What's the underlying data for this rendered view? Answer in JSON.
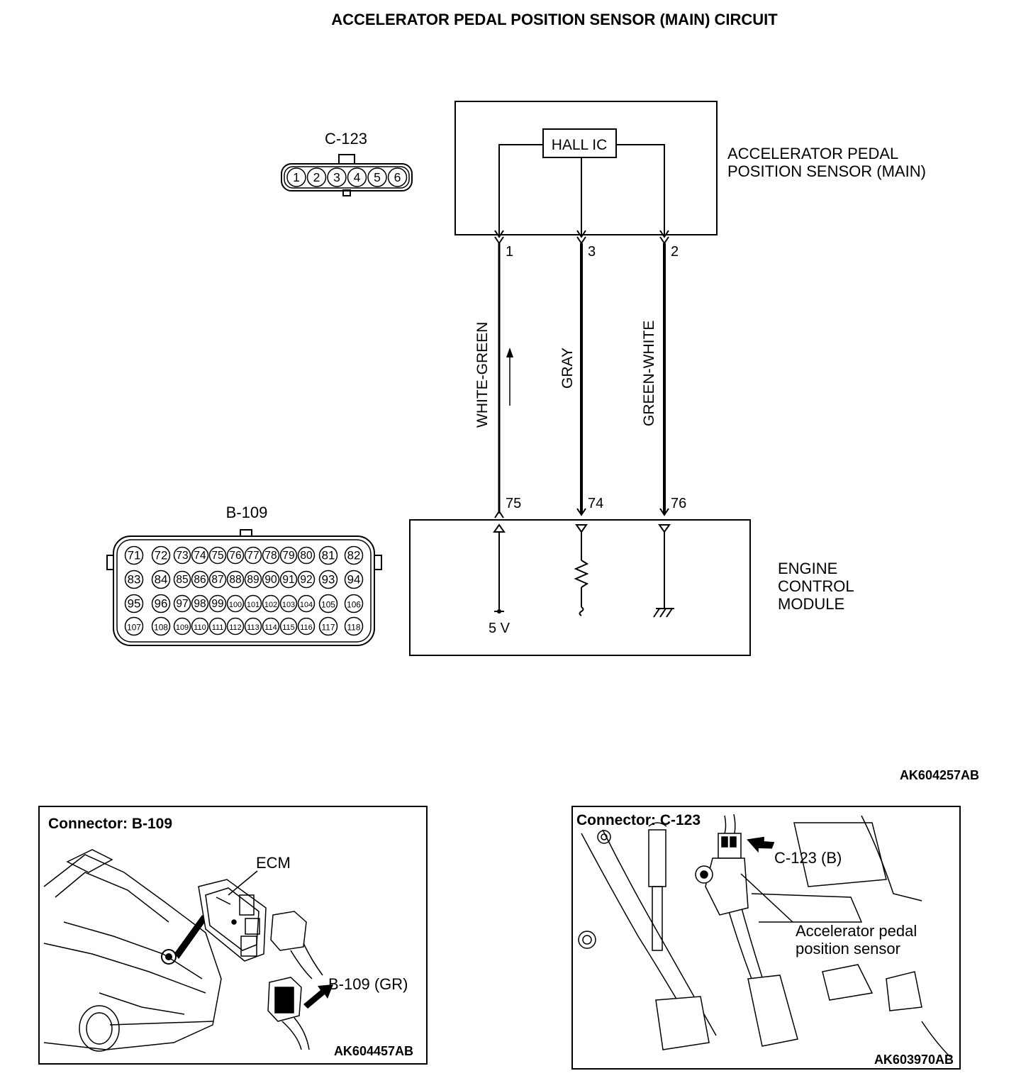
{
  "title": "ACCELERATOR PEDAL POSITION SENSOR (MAIN) CIRCUIT",
  "sensor": {
    "name_line1": "ACCELERATOR PEDAL",
    "name_line2": "POSITION SENSOR (MAIN)",
    "ic_label": "HALL IC"
  },
  "ecm": {
    "name_line1": "ENGINE",
    "name_line2": "CONTROL",
    "name_line3": "MODULE",
    "supply_label": "5 V"
  },
  "wires": [
    {
      "color_name": "WHITE-GREEN",
      "sensor_pin": "1",
      "ecm_pin": "75"
    },
    {
      "color_name": "GRAY",
      "sensor_pin": "3",
      "ecm_pin": "74"
    },
    {
      "color_name": "GREEN-WHITE",
      "sensor_pin": "2",
      "ecm_pin": "76"
    }
  ],
  "connector_c123": {
    "label": "C-123",
    "pins": [
      "1",
      "2",
      "3",
      "4",
      "5",
      "6"
    ]
  },
  "connector_b109": {
    "label": "B-109",
    "rows": [
      [
        "71",
        "72",
        "73",
        "74",
        "75",
        "76",
        "77",
        "78",
        "79",
        "80",
        "81",
        "82"
      ],
      [
        "83",
        "84",
        "85",
        "86",
        "87",
        "88",
        "89",
        "90",
        "91",
        "92",
        "93",
        "94"
      ],
      [
        "95",
        "96",
        "97",
        "98",
        "99",
        "100",
        "101",
        "102",
        "103",
        "104",
        "105",
        "106"
      ],
      [
        "107",
        "108",
        "109",
        "110",
        "111",
        "112",
        "113",
        "114",
        "115",
        "116",
        "117",
        "118"
      ]
    ]
  },
  "figure_code_top": "AK604257AB",
  "panel_left": {
    "title": "Connector: B-109",
    "ecm_label": "ECM",
    "connector_label": "B-109 (GR)",
    "figure_code": "AK604457AB"
  },
  "panel_right": {
    "title": "Connector: C-123",
    "connector_label": "C-123 (B)",
    "sensor_label_line1": "Accelerator pedal",
    "sensor_label_line2": "position sensor",
    "figure_code": "AK603970AB"
  }
}
